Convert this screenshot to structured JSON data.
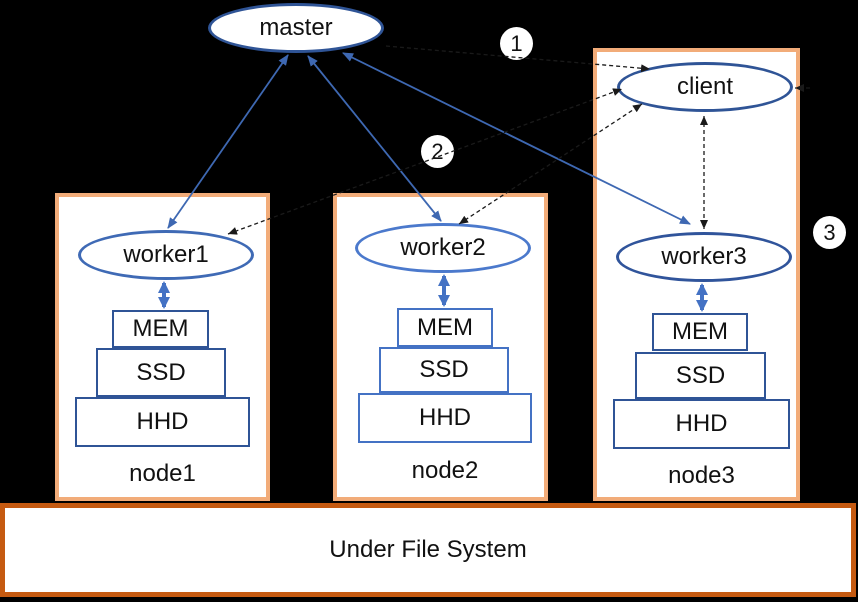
{
  "master": {
    "label": "master"
  },
  "client": {
    "label": "client"
  },
  "steps": [
    {
      "label": "1"
    },
    {
      "label": "2"
    },
    {
      "label": "3"
    }
  ],
  "nodes": [
    {
      "label": "node1",
      "worker_label": "worker1",
      "tiers": [
        "MEM",
        "SSD",
        "HHD"
      ]
    },
    {
      "label": "node2",
      "worker_label": "worker2",
      "tiers": [
        "MEM",
        "SSD",
        "HHD"
      ]
    },
    {
      "label": "node3",
      "worker_label": "worker3",
      "tiers": [
        "MEM",
        "SSD",
        "HHD"
      ]
    }
  ],
  "under_file_system": {
    "label": "Under File System"
  },
  "colors": {
    "background": "#000000",
    "node_border": "#F2AC79",
    "ufs_border": "#C55A11",
    "ellipse_border_dark": "#2F5496",
    "ellipse_border_light": "#4472C4",
    "arrow_blue": "#4472C4",
    "dashed_black": "#1A1A1A"
  }
}
